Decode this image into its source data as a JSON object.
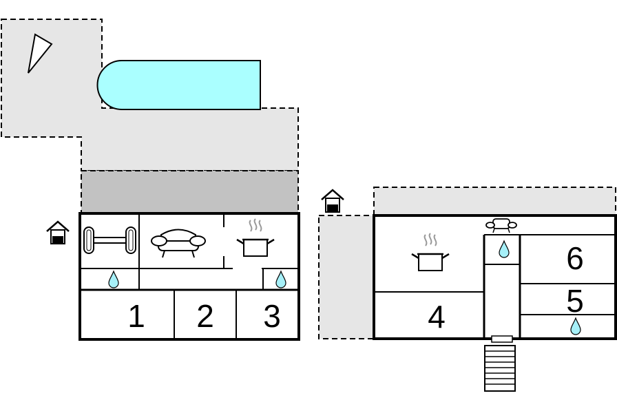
{
  "colors": {
    "terrace": "#e6e6e6",
    "covered_terrace": "#c2c2c2",
    "pool": "#aaffff",
    "water_drop": "#a6f0f8",
    "wall": "#000000",
    "background": "#ffffff"
  },
  "icons": [
    "compass-north-arrow-icon",
    "entrance-house-icon",
    "fitness-dumbbell-icon",
    "sofa-icon",
    "cooking-pot-icon",
    "water-drop-icon",
    "stove-fireplace-icon"
  ],
  "building_left": {
    "rooms": [
      {
        "number": "1"
      },
      {
        "number": "2"
      },
      {
        "number": "3"
      }
    ]
  },
  "building_right": {
    "rooms": [
      {
        "number": "4"
      },
      {
        "number": "5"
      },
      {
        "number": "6"
      }
    ]
  }
}
